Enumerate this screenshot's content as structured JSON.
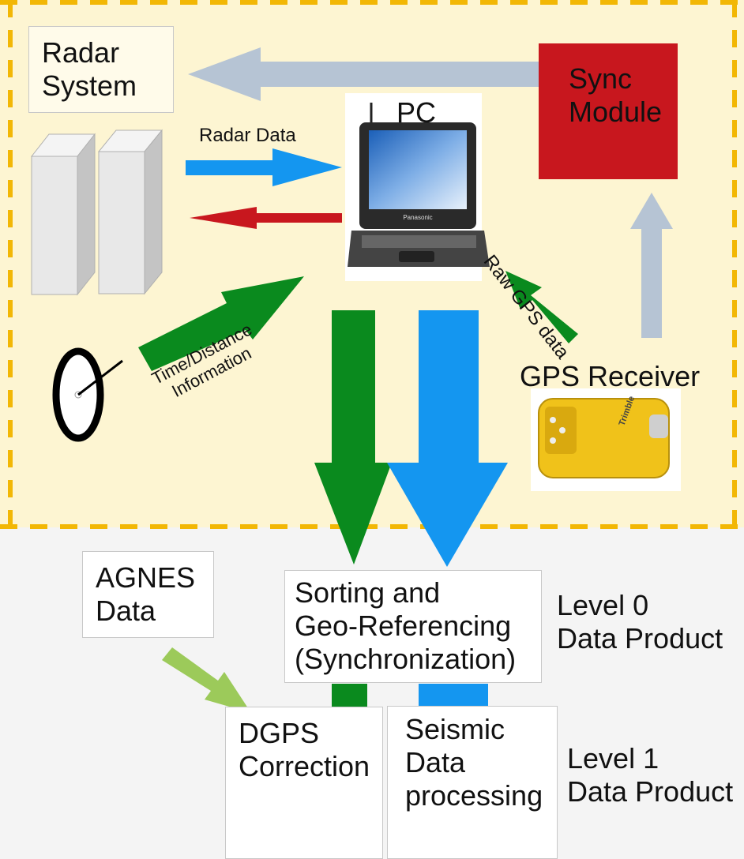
{
  "boxes": {
    "radar_system": "Radar\nSystem",
    "sync_module": "Sync\nModule",
    "agnes": "AGNES\nData",
    "sorting": "Sorting and\nGeo-Referencing\n(Synchronization)",
    "dgps": "DGPS\nCorrection",
    "seismic": "Seismic\nData\nprocessing"
  },
  "labels": {
    "pc": "PC",
    "radar_data": "Radar Data",
    "raw_gps": "Raw GPS data",
    "time_distance": "Time/Distance\nInformation",
    "gps_receiver": "GPS Receiver",
    "level0": "Level 0\nData Product",
    "level1": "Level 1\nData Product"
  },
  "device_text": {
    "laptop_brand": "Panasonic",
    "gps_brand": "Trimble"
  },
  "colors": {
    "field_zone": "#fdf5d2",
    "zone_border": "#f2b705",
    "sync_module": "#c8171e",
    "arrow_gray": "#b6c4d4",
    "arrow_blue": "#1496f0",
    "arrow_green": "#0a8a1e",
    "arrow_red": "#c8171e",
    "arrow_light_green": "#9cca5a"
  }
}
